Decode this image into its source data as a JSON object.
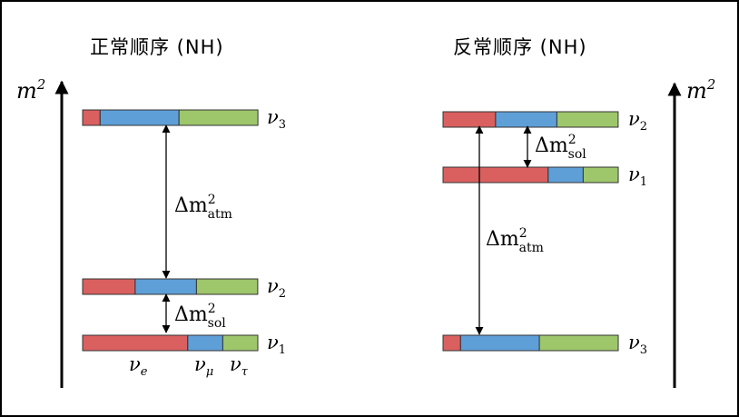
{
  "colors": {
    "e": "#d9605f",
    "mu": "#5f9fd8",
    "tau": "#9ec66b",
    "stroke": "#333333"
  },
  "normal": {
    "title": "正常顺序 (NH)",
    "axis": {
      "label": "m",
      "sup": "2"
    },
    "levels": [
      {
        "nu": "ν",
        "sub": "3",
        "fractions": {
          "e": 0.1,
          "mu": 0.45,
          "tau": 0.45
        }
      },
      {
        "nu": "ν",
        "sub": "2",
        "fractions": {
          "e": 0.3,
          "mu": 0.35,
          "tau": 0.35
        }
      },
      {
        "nu": "ν",
        "sub": "1",
        "fractions": {
          "e": 0.6,
          "mu": 0.2,
          "tau": 0.2
        }
      }
    ],
    "gaps": [
      {
        "delta": "Δm",
        "sup": "2",
        "sub": "atm"
      },
      {
        "delta": "Δm",
        "sup": "2",
        "sub": "sol"
      }
    ],
    "flavors": [
      {
        "sym": "ν",
        "sub": "e"
      },
      {
        "sym": "ν",
        "sub": "μ"
      },
      {
        "sym": "ν",
        "sub": "τ"
      }
    ]
  },
  "inverted": {
    "title": "反常顺序 (NH)",
    "axis": {
      "label": "m",
      "sup": "2"
    },
    "levels": [
      {
        "nu": "ν",
        "sub": "2",
        "fractions": {
          "e": 0.3,
          "mu": 0.35,
          "tau": 0.35
        }
      },
      {
        "nu": "ν",
        "sub": "1",
        "fractions": {
          "e": 0.6,
          "mu": 0.2,
          "tau": 0.2
        }
      },
      {
        "nu": "ν",
        "sub": "3",
        "fractions": {
          "e": 0.1,
          "mu": 0.45,
          "tau": 0.45
        }
      }
    ],
    "gaps": [
      {
        "delta": "Δm",
        "sup": "2",
        "sub": "sol"
      },
      {
        "delta": "Δm",
        "sup": "2",
        "sub": "atm"
      }
    ]
  }
}
